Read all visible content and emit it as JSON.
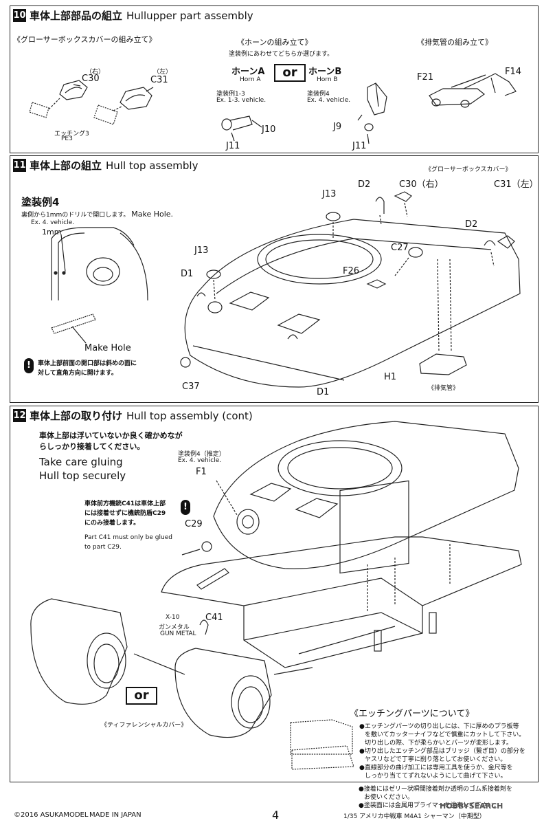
{
  "step10": {
    "number": "10",
    "title_jp": "車体上部部品の組立",
    "title_en": "Hullupper part assembly",
    "grouser": {
      "heading": "《グローサーボックスカバーの組み立て》",
      "right_mark": "（右）",
      "left_mark": "（左）",
      "part_right": "C30",
      "part_left": "C31",
      "etching": "エッチング3",
      "etching_code": "PE3"
    },
    "horn": {
      "heading": "《ホーンの組み立て》",
      "note": "塗装例にあわせてどちらか選びます。",
      "horn_a_jp": "ホーンA",
      "horn_a_en": "Horn A",
      "horn_b_jp": "ホーンB",
      "horn_b_en": "Horn B",
      "or": "or",
      "a_example_jp": "塗装例1-3",
      "a_example_en": "Ex. 1-3. vehicle.",
      "b_example_jp": "塗装例4",
      "b_example_en": "Ex. 4. vehicle.",
      "parts": [
        "J10",
        "J11",
        "J9",
        "J11"
      ]
    },
    "exhaust": {
      "heading": "《排気管の組み立て》",
      "parts": [
        "F21",
        "F14"
      ]
    }
  },
  "step11": {
    "number": "11",
    "title_jp": "車体上部の組立",
    "title_en": "Hull top assembly",
    "paint_example": "塗装例4",
    "drill_note": "裏側から1mmのドリルで開口します。",
    "drill_note_en": "Make Hole.",
    "ex_vehicle": "Ex. 4. vehicle.",
    "size": "1mm",
    "make_hole": "Make Hole",
    "warning_jp_1": "車体上部前面の開口部は斜めの面に",
    "warning_jp_2": "対して直角方向に開けます。",
    "grouser_label": "《グローサーボックスカバー》",
    "exhaust_label": "《排気管》",
    "parts": [
      "J13",
      "D2",
      "C30（右）",
      "C31（左）",
      "D2",
      "C27",
      "J13",
      "F26",
      "D1",
      "C37",
      "H1",
      "D1"
    ]
  },
  "step12": {
    "number": "12",
    "title_jp": "車体上部の取り付け",
    "title_en": "Hull top assembly (cont)",
    "note_jp_1": "車体上部は浮いていないか良く確かめなが",
    "note_jp_2": "らしっかり接着してください。",
    "note_en_1": "Take care gluing",
    "note_en_2": "Hull top securely",
    "paint_example": "塗装例4（推定）",
    "ex_vehicle": "Ex. 4. vehicle.",
    "parts": [
      "F1",
      "C29",
      "C41"
    ],
    "mg_note_jp_1": "車体前方機銃C41は車体上部",
    "mg_note_jp_2": "には接着せずに機銃防盾C29",
    "mg_note_jp_3": "にのみ接着します。",
    "mg_note_en_1": "Part C41 must only be glued",
    "mg_note_en_2": "to part C29.",
    "paint_code": "X-10",
    "paint_jp": "ガンメタル",
    "paint_en": "GUN METAL",
    "or": "or",
    "diff_cover": "《ティファレンシャルカバー》",
    "etching": {
      "heading": "《エッチングパーツについて》",
      "bullets": [
        "●エッチングパーツの切り出しには、下に厚めのプラ板等",
        "を敷いてカッターナイフなどで慎重にカットして下さい。",
        "切り出しの際、下が柔らかいとパーツが変形します。",
        "●切り出したエッチング部品はブリッジ（繋ぎ目）の部分を",
        "ヤスリなどで丁寧に削り落としてお使いください。",
        "●直線部分の曲げ加工には専用工具を使うか、金尺等を",
        "しっかり当ててずれないようにして曲げて下さい。",
        "●接着にはゼリー状瞬間接着剤か透明のゴム系接着剤を",
        "お使いください。",
        "●塗装面には金属用プライマーを塗布して下さい。"
      ]
    }
  },
  "footer": {
    "copyright": "©2016 ASUKAMODEL",
    "made_in": "MADE IN JAPAN",
    "page": "4",
    "title": "1/35 アメリカ中戦車 M4A1 シャーマン（中期型）",
    "watermark": "HOBBYSEARCH"
  }
}
